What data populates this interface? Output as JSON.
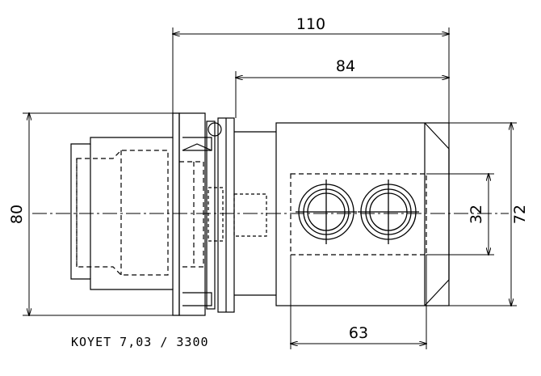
{
  "drawing": {
    "dimensions": {
      "overall_length": "110",
      "body_length": "84",
      "overall_height": "80",
      "body_height": "72",
      "port_spacing": "32",
      "port_block_width": "63"
    },
    "reference_code": "KOYET 7,03 / 3300",
    "colors": {
      "line": "#000000",
      "background": "#ffffff"
    }
  }
}
